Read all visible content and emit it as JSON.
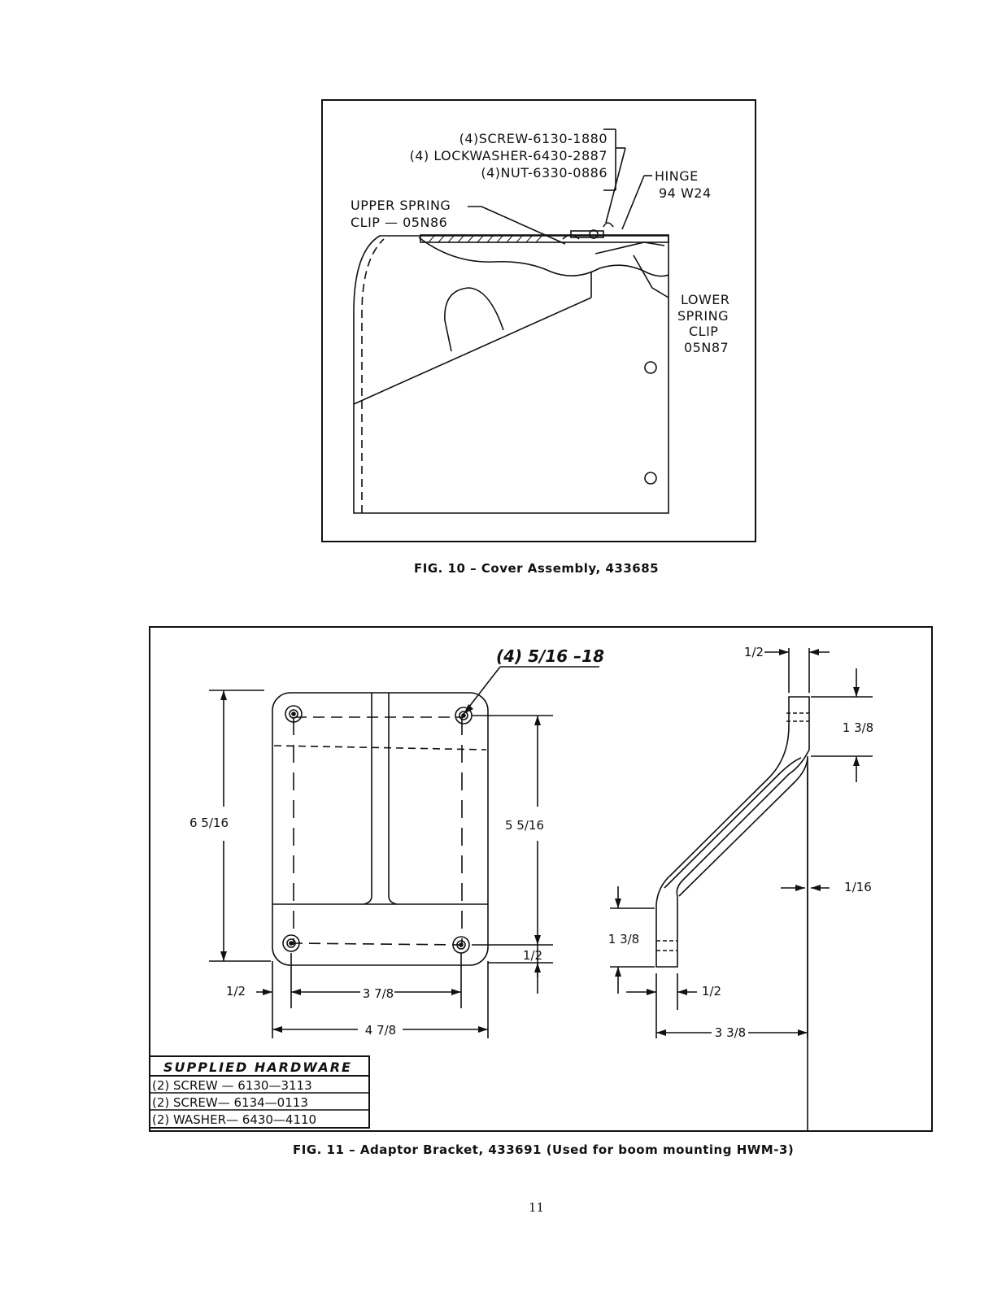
{
  "fig10": {
    "caption": "FIG. 10 – Cover Assembly, 433685",
    "labels": {
      "screw": "(4)SCREW-6130-1880",
      "lockwasher": "(4) LOCKWASHER-6430-2887",
      "nut": "(4)NUT-6330-0886",
      "hinge_1": "HINGE",
      "hinge_2": "94 W24",
      "upper_clip_1": "UPPER SPRING",
      "upper_clip_2": "CLIP — 05N86",
      "lower_clip_1": "LOWER",
      "lower_clip_2": "SPRING",
      "lower_clip_3": "CLIP",
      "lower_clip_4": "05N87"
    }
  },
  "fig11": {
    "caption": "FIG. 11 – Adaptor Bracket, 433691 (Used for boom mounting HWM-3)",
    "callout": "(4) 5/16 –18",
    "dims": {
      "overall_height": "6 5/16",
      "hole_spacing_v": "5 5/16",
      "hole_offset_bottom": "1/2",
      "hole_offset_left": "1/2",
      "hole_spacing_h": "3 7/8",
      "overall_width": "4 7/8",
      "side_top_thickness": "1/2",
      "side_top_flange": "1 3/8",
      "side_wall": "1/16",
      "side_bottom_flange": "1 3/8",
      "side_bottom_thickness": "1/2",
      "side_depth": "3 3/8"
    },
    "hardware": {
      "title": "SUPPLIED HARDWARE",
      "rows": [
        "(2) SCREW — 6130—3113",
        "(2) SCREW— 6134—0113",
        "(2) WASHER— 6430—4110"
      ]
    }
  },
  "page_number": "11"
}
